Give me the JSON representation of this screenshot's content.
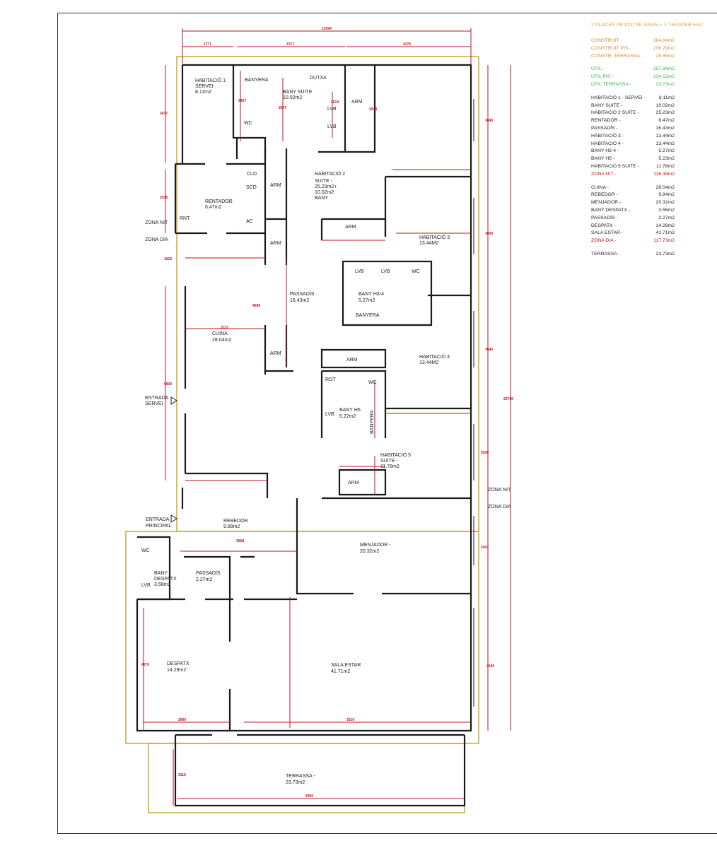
{
  "header": {
    "title": "2 PLACES PK COTXE GRAN + 1 TRASTER 5m2"
  },
  "surfaces": [
    {
      "label": "CONSTRUIT -",
      "value": "264.84m2",
      "tone": "orange"
    },
    {
      "label": "CONSTRUIT PIS -",
      "value": "236.29m2",
      "tone": "orange"
    },
    {
      "label": "CONSTR. TERRASSA -",
      "value": "28.55m2",
      "tone": "orange"
    },
    {
      "label": "ÚTIL -",
      "value": "257.89m2",
      "tone": "green"
    },
    {
      "label": "ÚTIL PIS -",
      "value": "234.12m2",
      "tone": "green"
    },
    {
      "label": "ÚTIL TERRASSA -",
      "value": "23.73m2",
      "tone": "green"
    }
  ],
  "zona_nit": [
    {
      "label": "HABITACIÓ 1 - SERVEI -",
      "value": "8.11m2"
    },
    {
      "label": "BANY SUITE -",
      "value": "10.02m2"
    },
    {
      "label": "HABITACIÓ 2 SUITE -",
      "value": "25.23m2"
    },
    {
      "label": "RENTADOR -",
      "value": "6.47m2"
    },
    {
      "label": "PASSADÍS -",
      "value": "16.43m2"
    },
    {
      "label": "HABITACIÓ 3 -",
      "value": "13.44m2"
    },
    {
      "label": "HABITACIÓ 4 -",
      "value": "13.44m2"
    },
    {
      "label": "BANY H3-4 -",
      "value": "5.27m2"
    },
    {
      "label": "BANY H5 -",
      "value": "5.23m2"
    },
    {
      "label": "HABITACIÓ 5 SUITE -",
      "value": "11.78m2"
    }
  ],
  "zona_nit_total": {
    "label": "ZONA NIT -",
    "value": "116.39m2"
  },
  "zona_dia": [
    {
      "label": "CUINA -",
      "value": "28.04m2"
    },
    {
      "label": "REBEDOR -",
      "value": "9.84m2"
    },
    {
      "label": "MENJADOR -",
      "value": "20.32m2"
    },
    {
      "label": "BANY DESPATX -",
      "value": "3.56m2"
    },
    {
      "label": "PASSADÍS -",
      "value": "2.27m2"
    },
    {
      "label": "DESPATX -",
      "value": "14.29m2"
    },
    {
      "label": "SALA ESTAR -",
      "value": "41.71m2"
    }
  ],
  "zona_dia_total": {
    "label": "ZONA DIA -",
    "value": "117.73m2"
  },
  "terrassa_row": {
    "label": "TERRASSA -",
    "value": "23.73m2"
  },
  "rooms": {
    "hab1_name": "HABITACIÓ 1",
    "hab1_sub": "SERVEI",
    "hab1_area": "8.11m2",
    "banyera_top": "BANYERA",
    "dutxa": "DUTXA",
    "bany_suite": "BANY SUITE",
    "bany_suite_area": "10.02m2",
    "wc": "WC",
    "lvb": "LVB",
    "arm": "ARM",
    "cld": "CLD",
    "scd": "SCD",
    "ac": "AC",
    "rnt": "RNT",
    "rentador": "RENTADOR",
    "rentador_area": "6.47m2",
    "hab2_l1": "HABITACIÓ 2",
    "hab2_l2": "SUITE -",
    "hab2_l3": "25.23m2+",
    "hab2_l4": "10.02m2",
    "hab2_l5": "BANY",
    "zona_nit": "ZONA NIT",
    "zona_dia": "ZONA DIA",
    "hab3": "HABITACIÓ 3",
    "hab3_area": "13.44M2",
    "passadis": "PASSADÍS",
    "passadis_area": "16.43m2",
    "bany_h34": "BANY H3-4",
    "bany_h34_area": "5.27m2",
    "banyera": "BANYERA",
    "cuina": "CUINA",
    "cuina_area": "28.04m2",
    "hab4": "HABITACIÓ 4",
    "hab4_area": "13.44M2",
    "rot": "ROT",
    "bany_h5": "BANY H5",
    "bany_h5_area": "5.22m2",
    "entrada_servei_1": "ENTRADA",
    "entrada_servei_2": "SERVEI",
    "hab5_l1": "HABITACIÓ 5",
    "hab5_l2": "SUITE -",
    "hab5_area": "11.78m2",
    "entrada_principal_1": "ENTRADA",
    "entrada_principal_2": "PRINCIPAL",
    "rebedor": "REBEDOR",
    "rebedor_area": "9.89m2",
    "menjador": "MENJADOR -",
    "menjador_area": "20.32m2",
    "bany_despatx_1": "BANY",
    "bany_despatx_2": "DESPATX",
    "bany_despatx_area": "3.58m2",
    "passadis2": "PASSADÍS",
    "passadis2_area": "2.27m2",
    "despatx": "DESPATX",
    "despatx_area": "14.29m2",
    "sala_estar": "SALA ESTAR",
    "sala_estar_area": "41.71m2",
    "terrassa": "TERRASSA -",
    "terrassa_area": "23.73m2"
  },
  "dims": {
    "d_total_top": "13594",
    "d_top_1": "1771",
    "d_top_2": "3717",
    "d_top_3": "4376",
    "d_left_1": "3437",
    "d_left_2": "2036",
    "d_left_3": "1620",
    "d_left_4": "6800",
    "d_left_5": "4670",
    "d_left_6": "3116",
    "d_right_total": "23786",
    "d_right_1": "3690",
    "d_right_2": "3030",
    "d_right_3": "3640",
    "d_right_4": "3030",
    "d_right_5": "2047",
    "d_right_6": "4646",
    "d_bany": "3437",
    "d_bany2": "2697",
    "d_bany3": "3619",
    "d_arm": "2048",
    "d_cuina": "3737",
    "d_passadis_v": "4698",
    "d_menj": "3668",
    "d_sala": "3310",
    "d_desp": "2600",
    "d_terr": "6900"
  }
}
